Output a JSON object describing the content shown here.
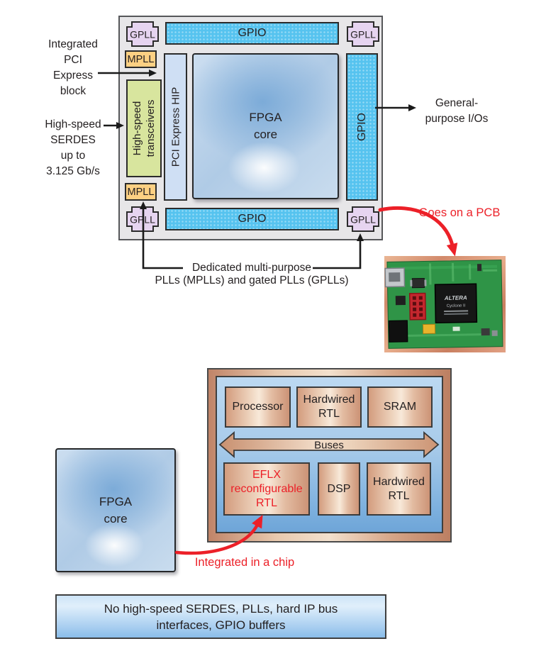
{
  "colors": {
    "accent_red": "#ec2028",
    "gpll_fill": "#e6d4f0",
    "mpll_fill": "#fdd083",
    "gpio_fill": "#56c3ef",
    "transceiver_fill": "#d8e59e",
    "hip_fill": "#cfdff4",
    "chip_bg": "#e7e6e8",
    "tan_block": "#eed4be",
    "inner_blue": "#a8cbea"
  },
  "top_diagram": {
    "gpll_label": "GPLL",
    "mpll_label": "MPLL",
    "gpio_label": "GPIO",
    "transceivers": [
      "High-speed",
      "transceivers"
    ],
    "pcie_hip_label": "PCI Express HIP",
    "fpga_core": [
      "FPGA",
      "core"
    ],
    "annotations": {
      "integrated_pci": [
        "Integrated",
        "PCI",
        "Express",
        "block"
      ],
      "serdes": [
        "High-speed",
        "SERDES",
        "up to",
        "3.125 Gb/s"
      ],
      "gpio_io": [
        "General-",
        "purpose I/Os"
      ],
      "pll_note": [
        "Dedicated multi-purpose",
        "PLLs (MPLLs) and gated PLLs (GPLLs)"
      ],
      "goes_on_pcb": "Goes on a PCB"
    },
    "pcb_photo": {
      "chip_brand": "ALTERA",
      "chip_series": "Cyclone II"
    }
  },
  "bottom_diagram": {
    "fpga_core": [
      "FPGA",
      "core"
    ],
    "soc": {
      "top_row": [
        "Processor",
        "Hardwired RTL",
        "SRAM"
      ],
      "bus_label": "Buses",
      "bottom_row": [
        "EFLX reconfigurable RTL",
        "DSP",
        "Hardwired RTL"
      ]
    },
    "integrated_note": "Integrated in a chip",
    "note_box": [
      "No high-speed SERDES, PLLs, hard IP bus",
      "interfaces, GPIO buffers"
    ]
  }
}
